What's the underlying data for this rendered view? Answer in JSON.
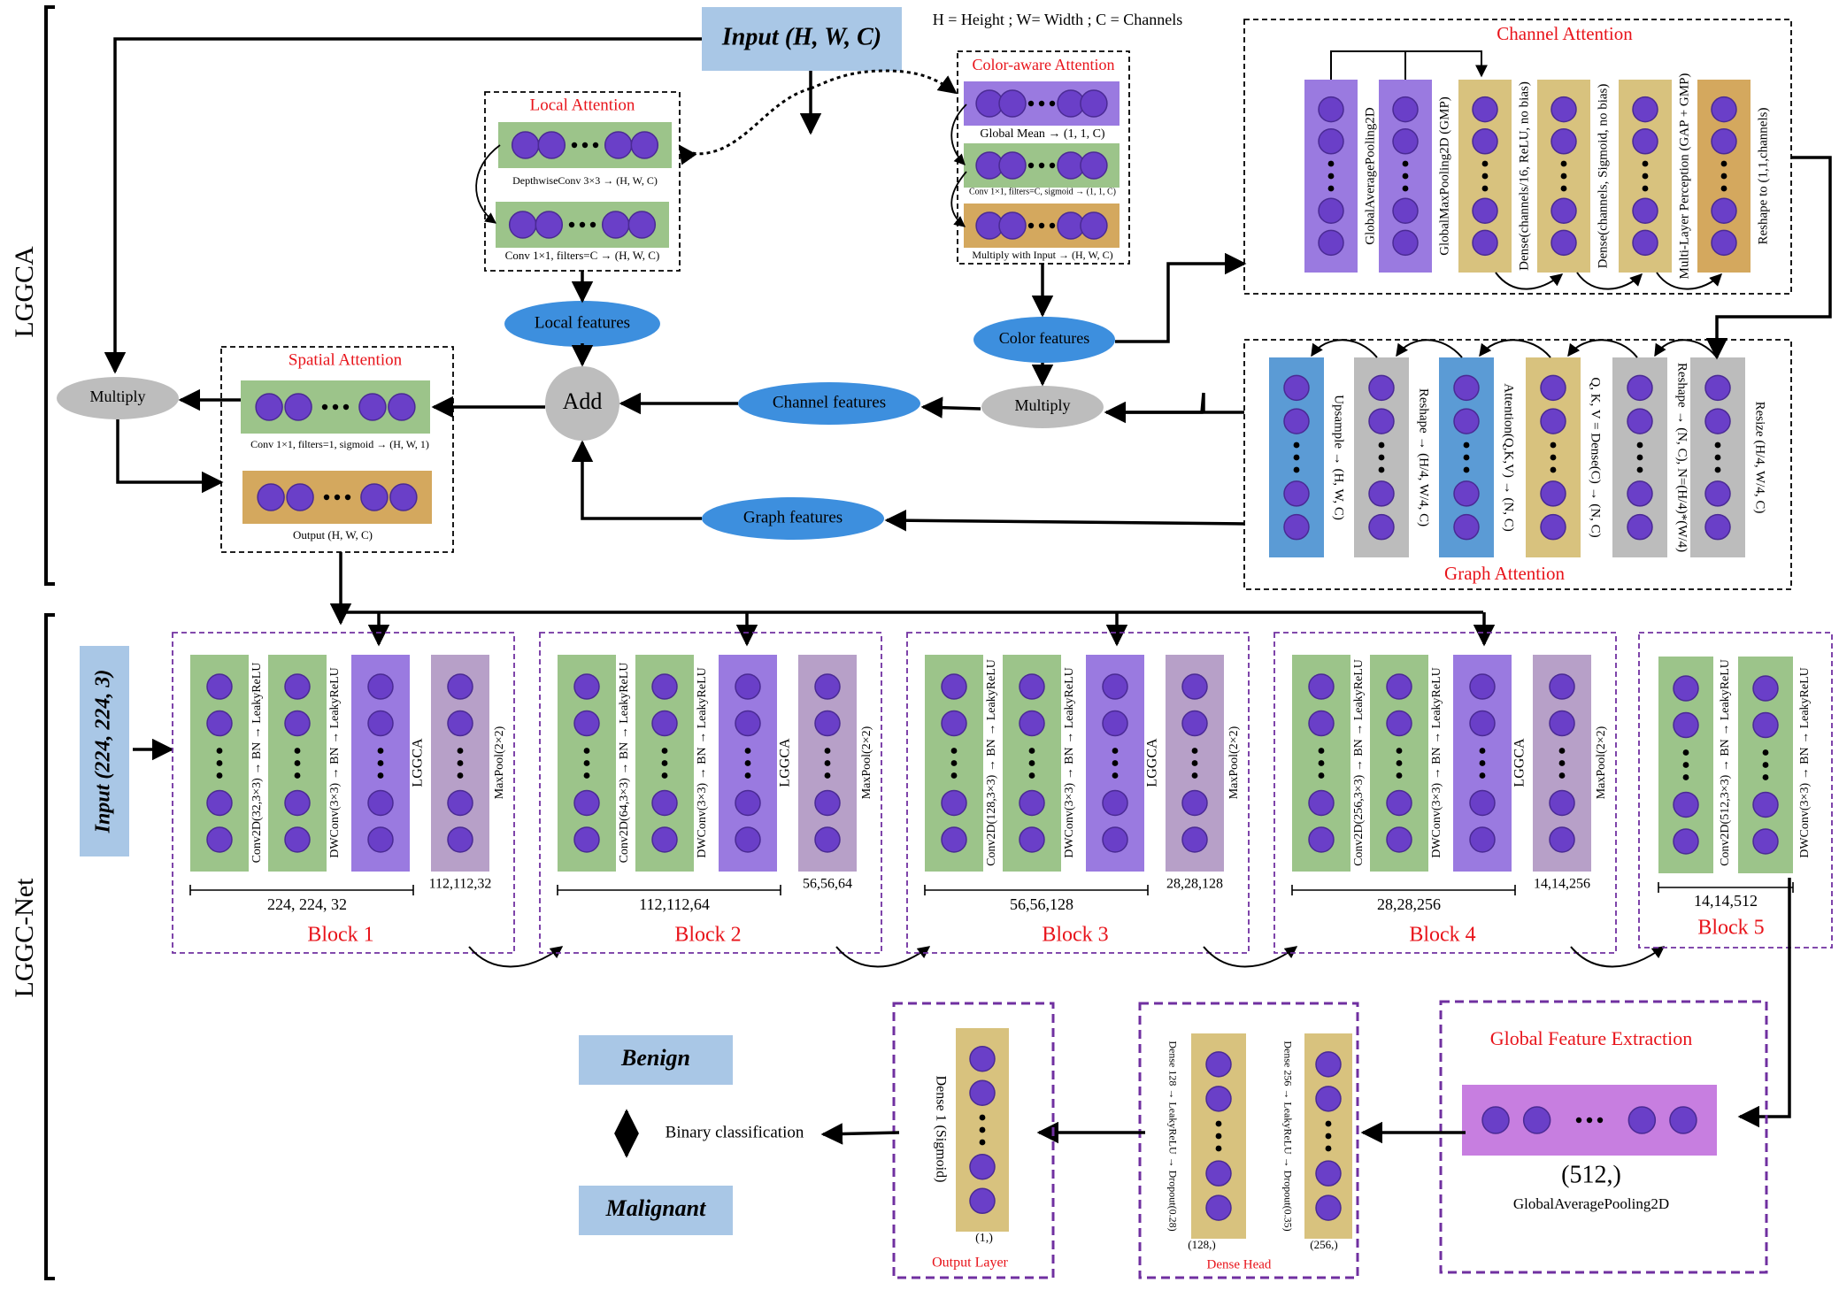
{
  "sections": {
    "top": "LGGCA",
    "bottom": "LGGC-Net"
  },
  "legend": "H = Height ; W= Width ; C = Channels",
  "top": {
    "input": "Input (H, W, C)",
    "local_attention": {
      "title": "Local Attention",
      "row1": "DepthwiseConv 3×3 → (H, W, C)",
      "row2": "Conv 1×1, filters=C → (H, W, C)"
    },
    "color_attention": {
      "title": "Color-aware Attention",
      "row1": "Global Mean → (1, 1, C)",
      "row2": "Conv 1×1, filters=C, sigmoid → (1, 1, C)",
      "row3": "Multiply with Input → (H, W, C)"
    },
    "channel_attention": {
      "title": "Channel Attention",
      "cols": [
        "GlobalAveragePooling2D",
        "GlobalMaxPooling2D (GMP)",
        "Dense(channels/16, ReLU, no bias)",
        "Dense(channels, Sigmoid, no bias)",
        "Multi-Layer Perception (GAP + GMP)",
        "Reshape to (1,1,channels)"
      ]
    },
    "graph_attention": {
      "title": "Graph Attention",
      "cols": [
        "Upsample → (H, W, C)",
        "Reshape → (H/4, W/4, C)",
        "Attention(Q,K,V) → (N, C)",
        "Q, K, V = Dense(C) → (N, C)",
        "Reshape → (N, C), N=(H/4)*(W/4)",
        "Resize (H/4, W/4, C)"
      ]
    },
    "spatial_attention": {
      "title": "Spatial Attention",
      "row1": "Conv 1×1, filters=1, sigmoid → (H, W, 1)",
      "row2": "Output (H, W, C)"
    },
    "nodes": {
      "local": "Local features",
      "color": "Color features",
      "channel": "Channel features",
      "graph": "Graph features",
      "add": "Add",
      "multiply_left": "Multiply",
      "multiply_right": "Multiply"
    }
  },
  "net": {
    "input": "Input (224, 224, 3)",
    "blocks": [
      {
        "name": "Block 1",
        "labels": [
          "Conv2D(32,3×3) → BN → LeakyReLU",
          "DWConv(3×3) → BN → LeakyReLU",
          "LGGCA",
          "MaxPool(2×2)"
        ],
        "dim_main": "224, 224, 32",
        "dim_pool": "112,112,32"
      },
      {
        "name": "Block 2",
        "labels": [
          "Conv2D(64,3×3) → BN → LeakyReLU",
          "DWConv(3×3) → BN → LeakyReLU",
          "LGGCA",
          "MaxPool(2×2)"
        ],
        "dim_main": "112,112,64",
        "dim_pool": "56,56,64"
      },
      {
        "name": "Block 3",
        "labels": [
          "Conv2D(128,3×3) → BN → LeakyReLU",
          "DWConv(3×3) → BN → LeakyReLU",
          "LGGCA",
          "MaxPool(2×2)"
        ],
        "dim_main": "56,56,128",
        "dim_pool": "28,28,128"
      },
      {
        "name": "Block 4",
        "labels": [
          "Conv2D(256,3×3) → BN → LeakyReLU",
          "DWConv(3×3) → BN → LeakyReLU",
          "LGGCA",
          "MaxPool(2×2)"
        ],
        "dim_main": "28,28,256",
        "dim_pool": "14,14,256"
      },
      {
        "name": "Block 5",
        "labels": [
          "Conv2D(512,3×3) → BN → LeakyReLU",
          "DWConv(3×3) → BN → LeakyReLU"
        ],
        "dim_main": "14,14,512"
      }
    ],
    "gfe": {
      "title": "Global Feature Extraction",
      "shape": "(512,)",
      "label": "GlobalAveragePooling2D"
    },
    "dense_head": {
      "title": "Dense Head",
      "col1": "Dense 128 → LeakyReLU → Dropout(0.28)",
      "col2": "Dense 256 → LeakyReLU → Dropout(0.35)",
      "dim1": "(128,)",
      "dim2": "(256,)"
    },
    "output_layer": {
      "title": "Output Layer",
      "label": "Dense 1 (Sigmoid)",
      "dim": "(1,)"
    },
    "classes": {
      "benign": "Benign",
      "malignant": "Malignant",
      "task": "Binary classification"
    }
  },
  "colors": {
    "green": "#9cc48a",
    "purple": "#9a7ae0",
    "tan": "#d8c27e",
    "orange_tan": "#d4a85e",
    "gray": "#bcbcbc",
    "blue": "#5b9bd5",
    "lavender": "#b7a0c8",
    "node_blue": "#3d8fde",
    "node_gray": "#bdbdbd",
    "light_blue_box": "#a9c7e6",
    "dot": "#6a3fc8",
    "title_red": "#e8131a",
    "dashed_purple": "#7030a0"
  }
}
